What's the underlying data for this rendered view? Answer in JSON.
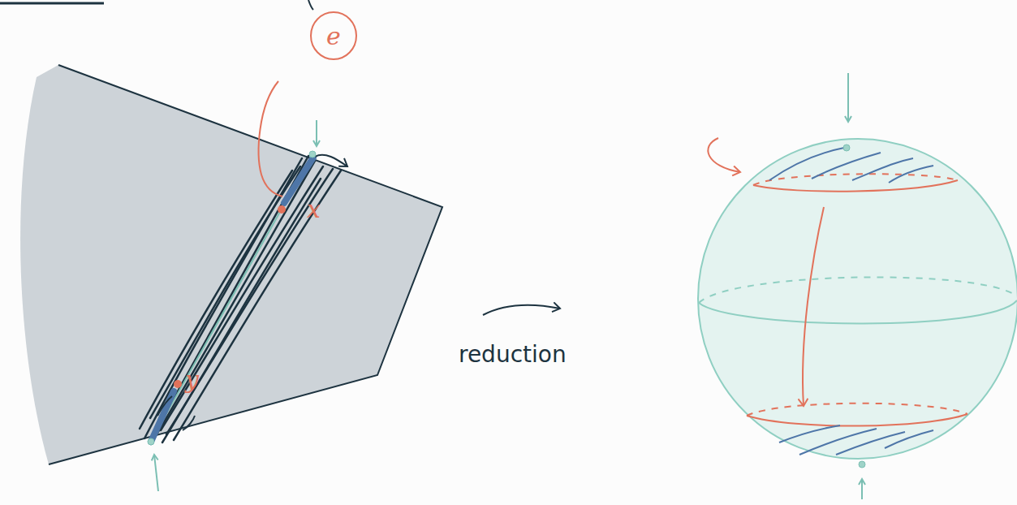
{
  "diagram": {
    "nodes": [
      {
        "text": [
          "e"
        ]
      }
    ],
    "labels": [
      "x",
      "y",
      "reduction"
    ]
  }
}
